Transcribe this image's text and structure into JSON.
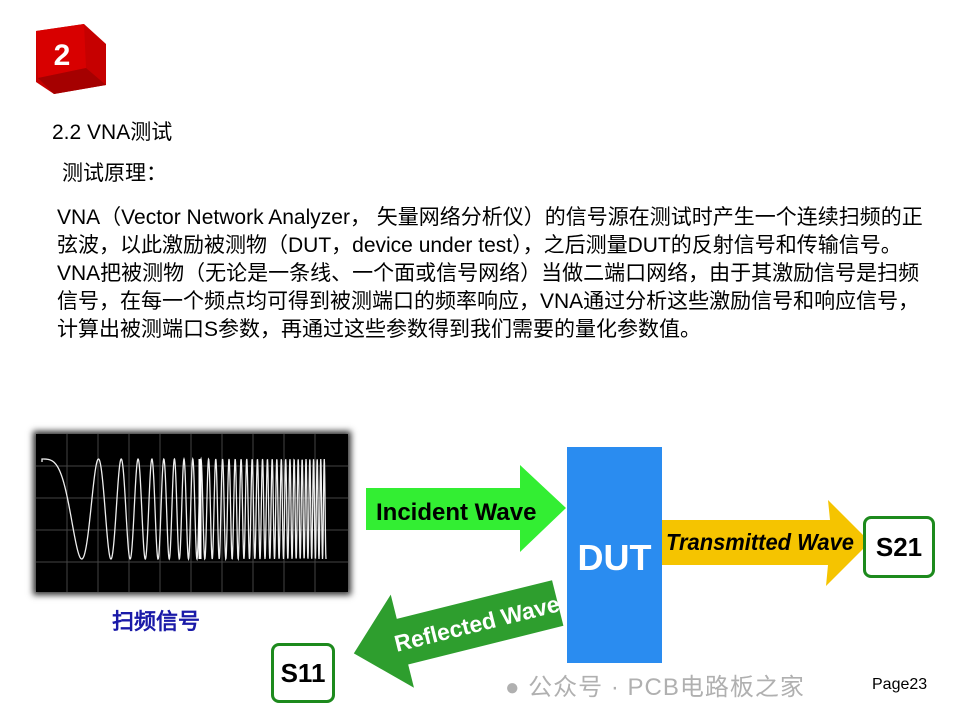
{
  "slide_number": "2",
  "title": "2.2 VNA测试",
  "subtitle": "测试原理：",
  "paragraphs": [
    "VNA（Vector Network Analyzer， 矢量网络分析仪）的信号源在测试时产生一个连续扫频的正弦波，以此激励被测物（DUT，device under test），之后测量DUT的反射信号和传输信号。",
    "VNA把被测物（无论是一条线、一个面或信号网络）当做二端口网络，由于其激励信号是扫频信号，在每一个频点均可得到被测端口的频率响应，VNA通过分析这些激励信号和响应信号，计算出被测端口S参数，再通过这些参数得到我们需要的量化参数值。"
  ],
  "diagram": {
    "sweep_caption": "扫频信号",
    "incident": "Incident Wave",
    "dut": "DUT",
    "transmitted": "Transmitted Wave",
    "reflected": "Reflected Wave",
    "s21": "S21",
    "s11": "S11"
  },
  "watermark": "公众号 · PCB电路板之家",
  "page_label": "Page23",
  "colors": {
    "cube": "#d40000",
    "incident": "#33ee33",
    "dut": "#2a8cf0",
    "transmitted": "#f5c400",
    "reflected": "#2e9e2e",
    "caption": "#1a1aa8"
  }
}
